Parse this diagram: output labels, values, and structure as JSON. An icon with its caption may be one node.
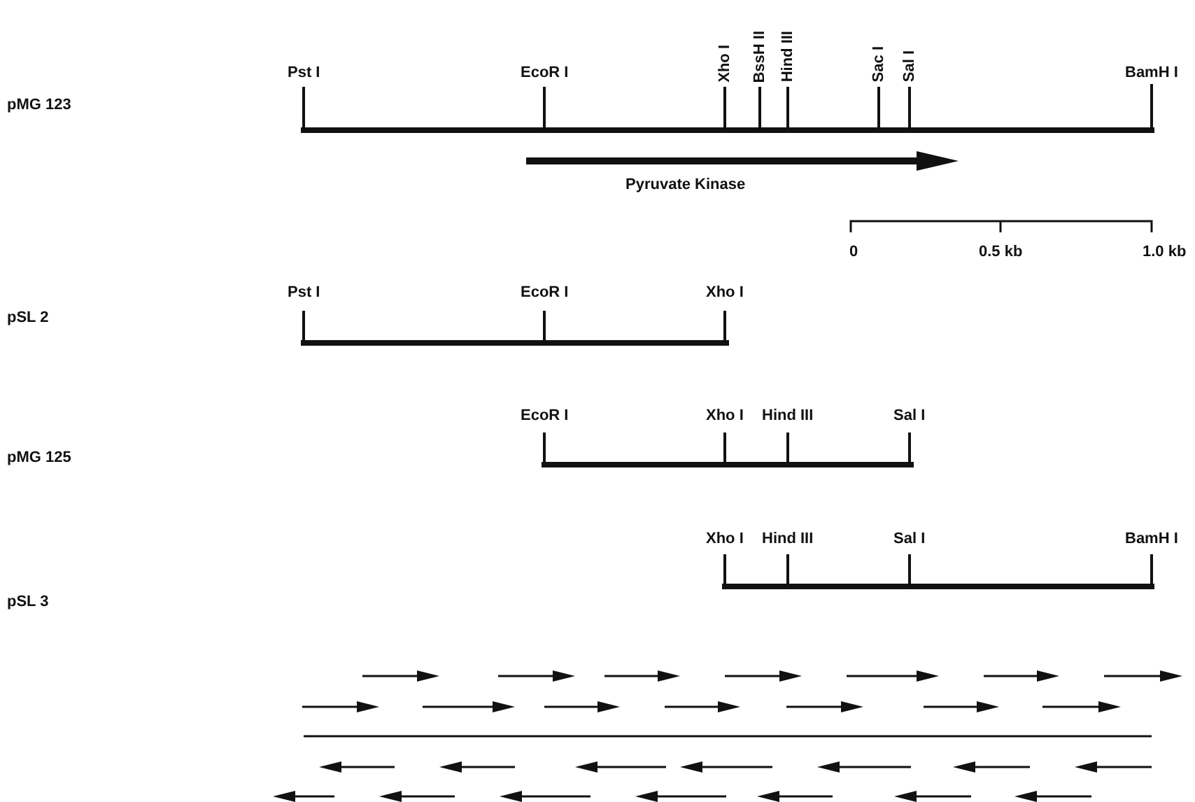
{
  "diagram": {
    "labels": [
      "pMG 123",
      "Pst I",
      "EcoR I",
      "Xho I",
      "BssH II",
      "Hind III",
      "Sac I",
      "Sal I",
      "BamH I",
      "Pyruvate Kinase",
      "0",
      "0.5 kb",
      "1.0 kb",
      "pSL 2",
      "Pst I",
      "EcoR I",
      "Xho I",
      "pMG 125",
      "EcoR I",
      "Xho I",
      "Hind III",
      "Sal I",
      "pSL 3",
      "Xho I",
      "Hind III",
      "Sal I",
      "BamH I"
    ]
  }
}
